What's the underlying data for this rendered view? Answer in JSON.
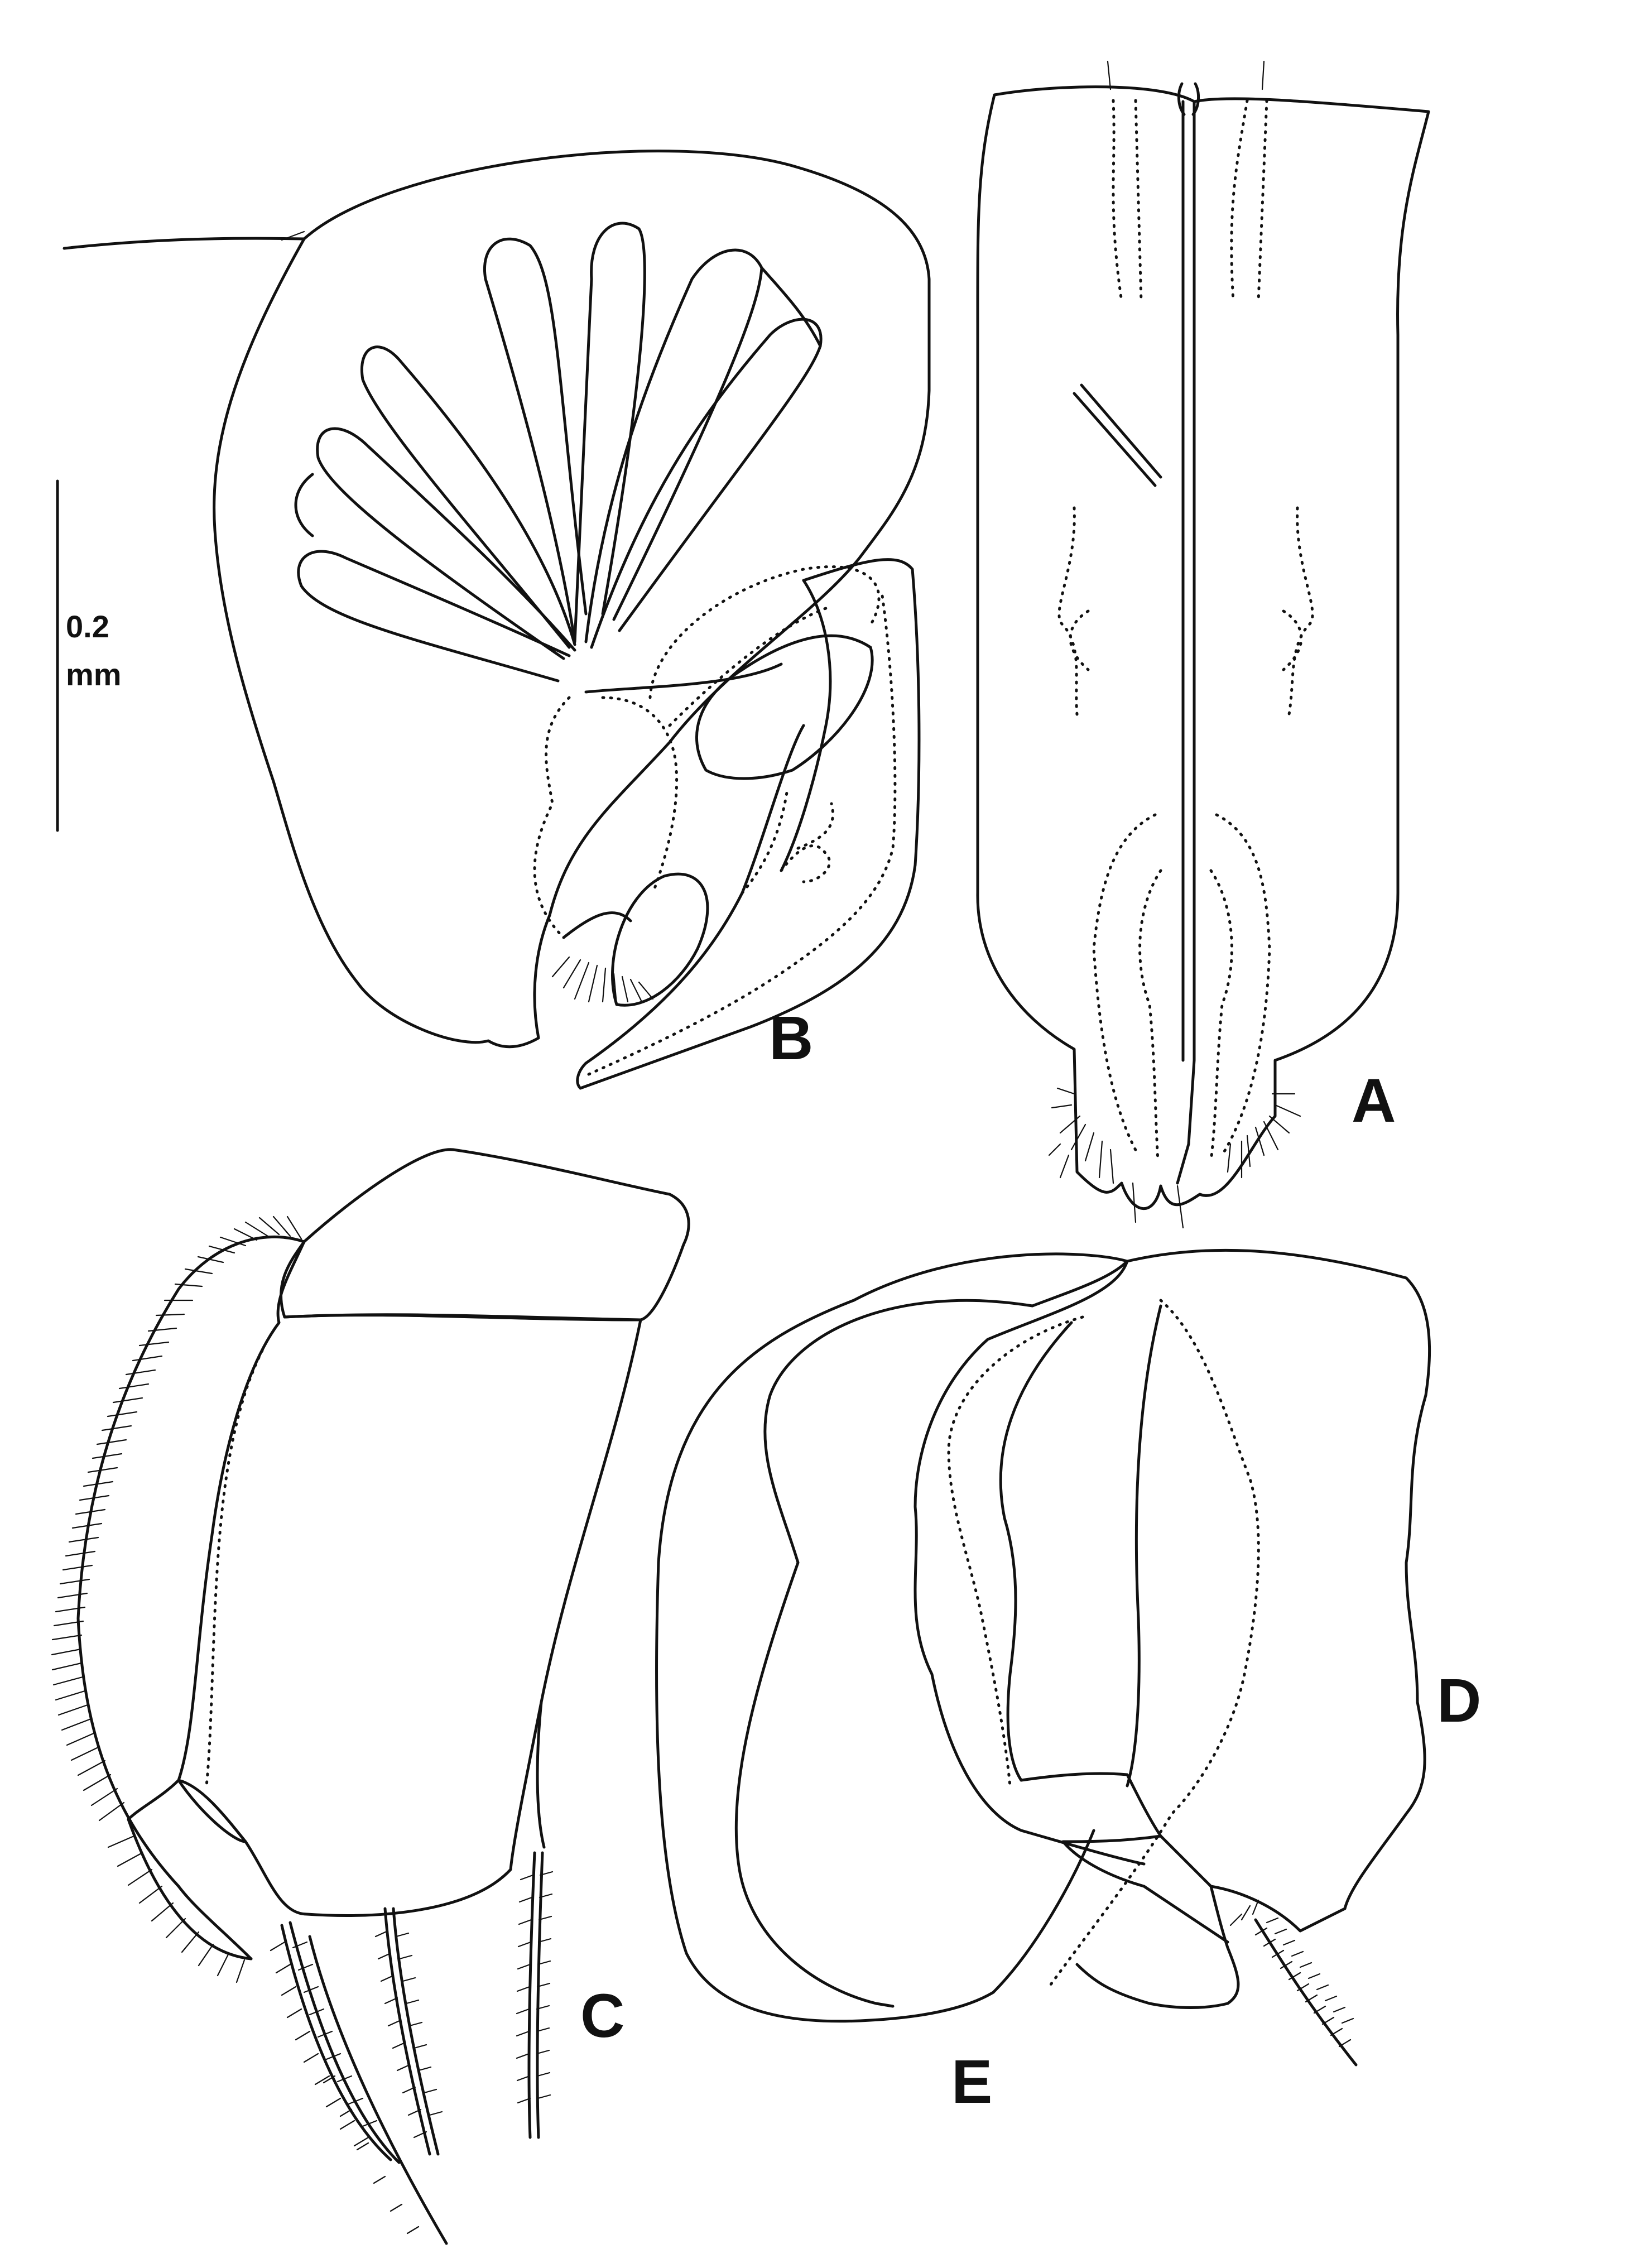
{
  "scale_bar": {
    "line1": "0.2",
    "line2": "mm"
  },
  "panels": [
    {
      "id": "A",
      "label": "A"
    },
    {
      "id": "B",
      "label": "B"
    },
    {
      "id": "C",
      "label": "C"
    },
    {
      "id": "D",
      "label": "D"
    },
    {
      "id": "E",
      "label": "E"
    }
  ],
  "colors": {
    "ink": "#111111",
    "paper": "#ffffff"
  }
}
